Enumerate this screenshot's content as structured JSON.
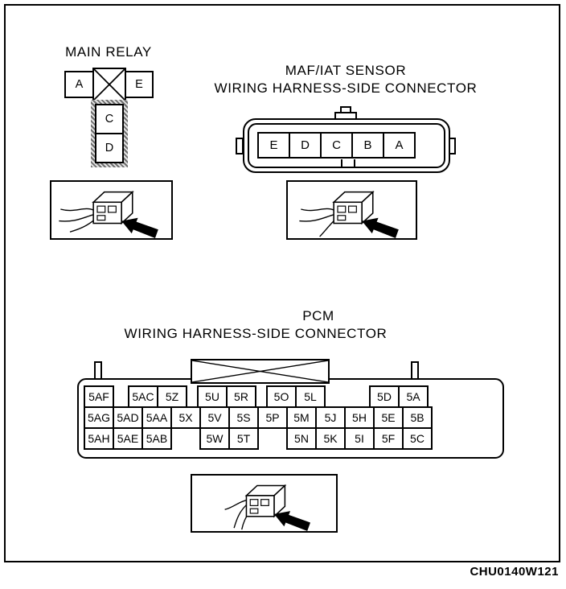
{
  "figure": {
    "code": "CHU0140W121"
  },
  "colors": {
    "line": "#000000",
    "background": "#ffffff",
    "hatch": "#6e6e6e"
  },
  "icons": [
    "connector-3d-icon",
    "wires-icon",
    "direction-arrow-icon",
    "x-mark-icon"
  ],
  "main_relay": {
    "title": "MAIN RELAY",
    "cell_a": "A",
    "cell_e": "E",
    "cell_c": "C",
    "cell_d": "D"
  },
  "maf_iat": {
    "title1": "MAF/IAT SENSOR",
    "title2": "WIRING HARNESS-SIDE CONNECTOR",
    "cells": [
      "E",
      "D",
      "C",
      "B",
      "A"
    ]
  },
  "pcm": {
    "title1": "PCM",
    "title2": "WIRING HARNESS-SIDE CONNECTOR",
    "row1": [
      "5AF",
      "5AC",
      "5Z",
      "5U",
      "5R",
      "5O",
      "5L",
      "5D",
      "5A"
    ],
    "row2": [
      "5AG",
      "5AD",
      "5AA",
      "5X",
      "5V",
      "5S",
      "5P",
      "5M",
      "5J",
      "5H",
      "5E",
      "5B"
    ],
    "row3": [
      "5AH",
      "5AE",
      "5AB",
      "5W",
      "5T",
      "5N",
      "5K",
      "5I",
      "5F",
      "5C"
    ]
  }
}
